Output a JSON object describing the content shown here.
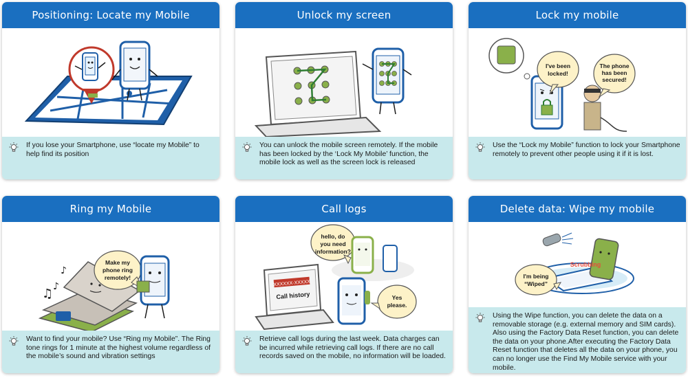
{
  "cards": [
    {
      "title": "Positioning: Locate my Mobile",
      "description": "If you lose your Smartphone, use “locate my Mobile” to help find its position",
      "bubbles": []
    },
    {
      "title": "Unlock my screen",
      "description": "You can unlock the mobile screen remotely. If the mobile has been locked by the ‘Lock My Mobile’ function, the mobile lock as well as the screen lock is released",
      "bubbles": []
    },
    {
      "title": "Lock my mobile",
      "description": "Use the “Lock my Mobile” function to lock your Smartphone remotely to prevent other people using it if it is lost.",
      "bubbles": [
        [
          "I've been",
          "locked!"
        ],
        [
          "The phone",
          "has been",
          "secured!"
        ]
      ]
    },
    {
      "title": "Ring my Mobile",
      "description": "Want to find your mobile? Use “Ring my Mobile”. The Ring tone rings for 1 minute at the highest volume regardless of the mobile’s sound and vibration settings",
      "bubbles": [
        [
          "Make my",
          "phone ring",
          "remotely!"
        ]
      ]
    },
    {
      "title": "Call logs",
      "description": "Retrieve call logs during the last week. Data charges can be incurred while retrieving call logs. If there are no call records saved on the mobile, no information will be loaded.",
      "bubbles": [
        [
          "hello, do",
          "you need",
          "information?"
        ],
        [
          "Yes",
          "please."
        ]
      ],
      "screen_text": "Call history",
      "masked_number": "XXXXXX-XXXXX"
    },
    {
      "title": "Delete data: Wipe my mobile",
      "description": "Using the Wipe function, you can delete the data on a removable storage (e.g. external memory and SIM cards). Also using the Factory Data Reset function, you can delete the data on your phone.After executing the Factory Data Reset function that deletes all the data on your phone, you can no longer use the Find My Mobile service with your mobile.",
      "bubbles": [
        [
          "I'm being",
          "“Wiped”"
        ]
      ],
      "scrubbing_label": "Scrubbing"
    }
  ],
  "icons": {
    "tip": "lightbulb-icon"
  },
  "colors": {
    "header": "#1a6fc0",
    "description_bg": "#c8e9ec",
    "accent": "#1f5fa8",
    "phone_green": "#8ab04a"
  }
}
